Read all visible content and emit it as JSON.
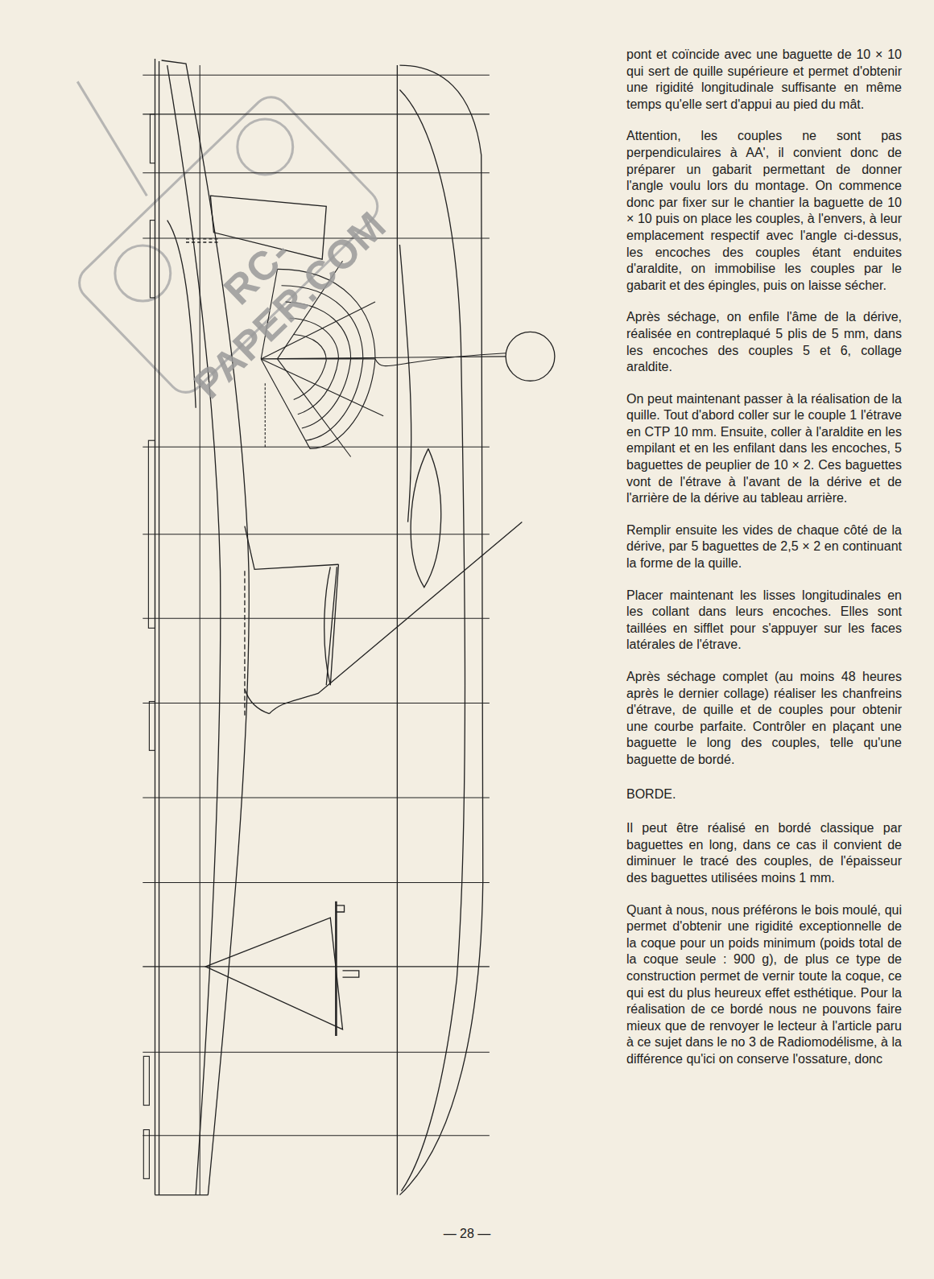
{
  "diagram": {
    "labels": [
      "RC-PAPER.COM",
      "pont et coïncide avec une baguette de 10 × 10 qui sert de quille supérieure et permet d'obtenir une rigidité longitudinale suffisante en même temps qu'elle sert d'appui au pied du mât.",
      "Attention, les couples ne sont pas perpendiculaires à AA', il convient donc de préparer un gabarit permettant de donner l'angle voulu lors du montage. On commence donc par fixer sur le chantier la baguette de 10 × 10 puis on place les couples, à l'envers, à leur emplacement respectif avec l'angle ci-dessus, les encoches des couples étant enduites d'araldite, on immobilise les couples par le gabarit et des épingles, puis on laisse sécher.",
      "Après séchage, on enfile l'âme de la dérive, réalisée en contreplaqué 5 plis de 5 mm, dans les encoches des couples 5 et 6, collage araldite.",
      "On peut maintenant passer à la réalisation de la quille. Tout d'abord coller sur le couple 1 l'étrave en CTP 10 mm. Ensuite, coller à l'araldite en les empilant et en les enfilant dans les encoches, 5 baguettes de peuplier de 10 × 2. Ces baguettes vont de l'étrave à l'avant de la dérive et de l'arrière de la dérive au tableau arrière.",
      "Remplir ensuite les vides de chaque côté de la dérive, par 5 baguettes de 2,5 × 2 en continuant la forme de la quille.",
      "Placer maintenant les lisses longitudinales en les collant dans leurs encoches. Elles sont taillées en sifflet pour s'appuyer sur les faces latérales de l'étrave.",
      "Après séchage complet (au moins 48 heures après le dernier collage) réaliser les chanfreins d'étrave, de quille et de couples pour obtenir une courbe parfaite. Contrôler en plaçant une baguette le long des couples, telle qu'une baguette de bordé.",
      "BORDE.",
      "Il peut être réalisé en bordé classique par baguettes en long, dans ce cas il convient de diminuer le tracé des couples, de l'épaisseur des baguettes utilisées moins 1 mm.",
      "Quant à nous, nous préférons le bois moulé, qui permet d'obtenir une rigidité exceptionnelle de la coque pour un poids minimum (poids total de la coque seule : 900 g), de plus ce type de construction permet de vernir toute la coque, ce qui est du plus heureux effet esthétique. Pour la réalisation de ce bordé nous ne pouvons faire mieux que de renvoyer le lecteur à l'article paru à ce sujet dans le no 3 de Radiomodélisme, à la différence qu'ici on conserve l'ossature, donc",
      "— 28 —"
    ]
  }
}
